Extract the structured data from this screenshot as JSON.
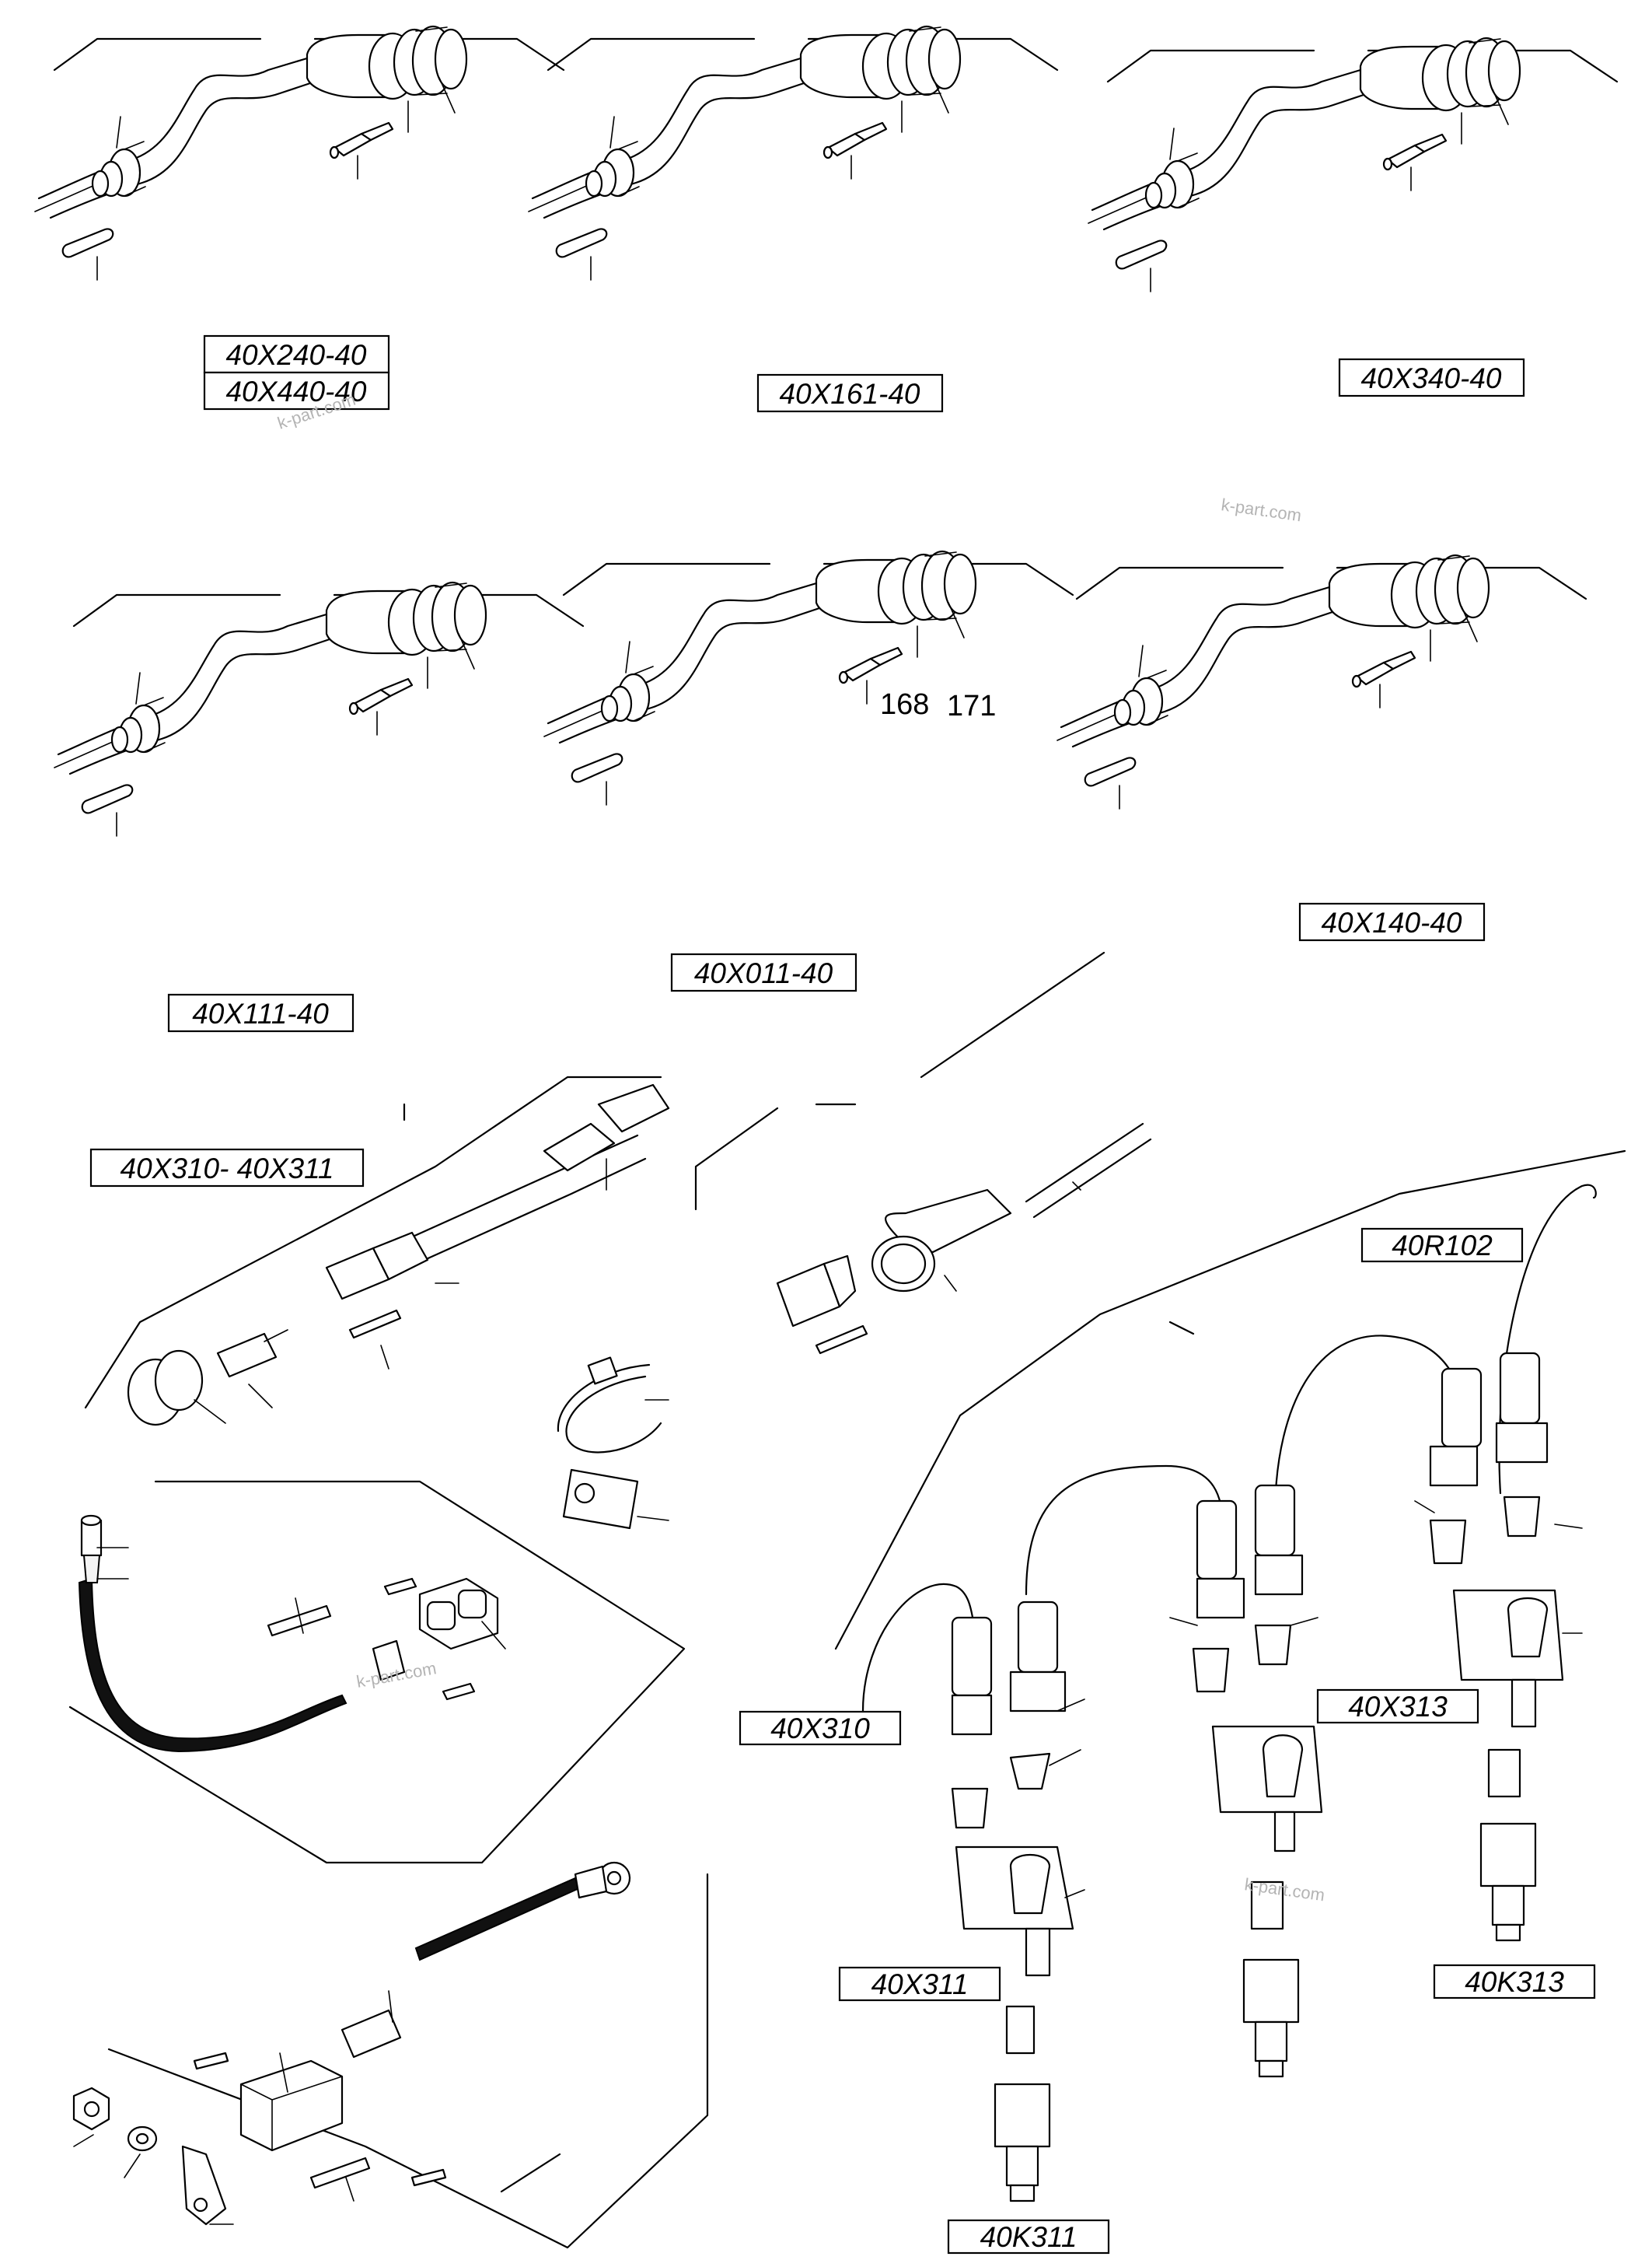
{
  "labels": {
    "c1a": "40X240-40",
    "c1b": "40X440-40",
    "c2": "40X161-40",
    "c3": "40X340-40",
    "c4": "40X111-40",
    "c5": "40X011-40",
    "c6": "40X140-40",
    "c7": "40X310- 40X311",
    "r102": "40R102",
    "x310": "40X310",
    "x311": "40X311",
    "x313": "40X313",
    "k311": "40K311",
    "k313": "40K313"
  },
  "numbers": {
    "n168": "168",
    "n171": "171"
  },
  "watermarks": [
    "k-part.com",
    "k-part.com",
    "k-part.com",
    "k-part.com"
  ],
  "colors": {
    "line": "#000000",
    "background": "#ffffff",
    "watermark": "#b4b4b4"
  }
}
